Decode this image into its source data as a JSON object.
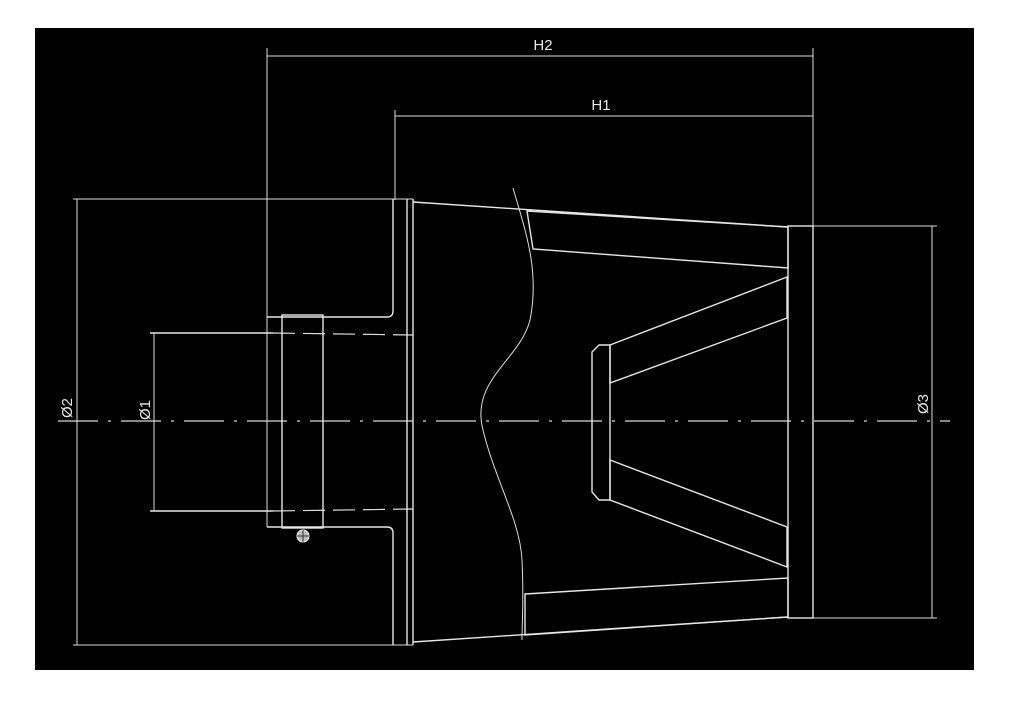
{
  "drawing": {
    "background": "#000000",
    "line_color": "#e6e6e6",
    "dimensions": {
      "h2": "H2",
      "h1": "H1",
      "d1": "Ø1",
      "d2": "Ø2",
      "d3": "Ø3"
    }
  }
}
